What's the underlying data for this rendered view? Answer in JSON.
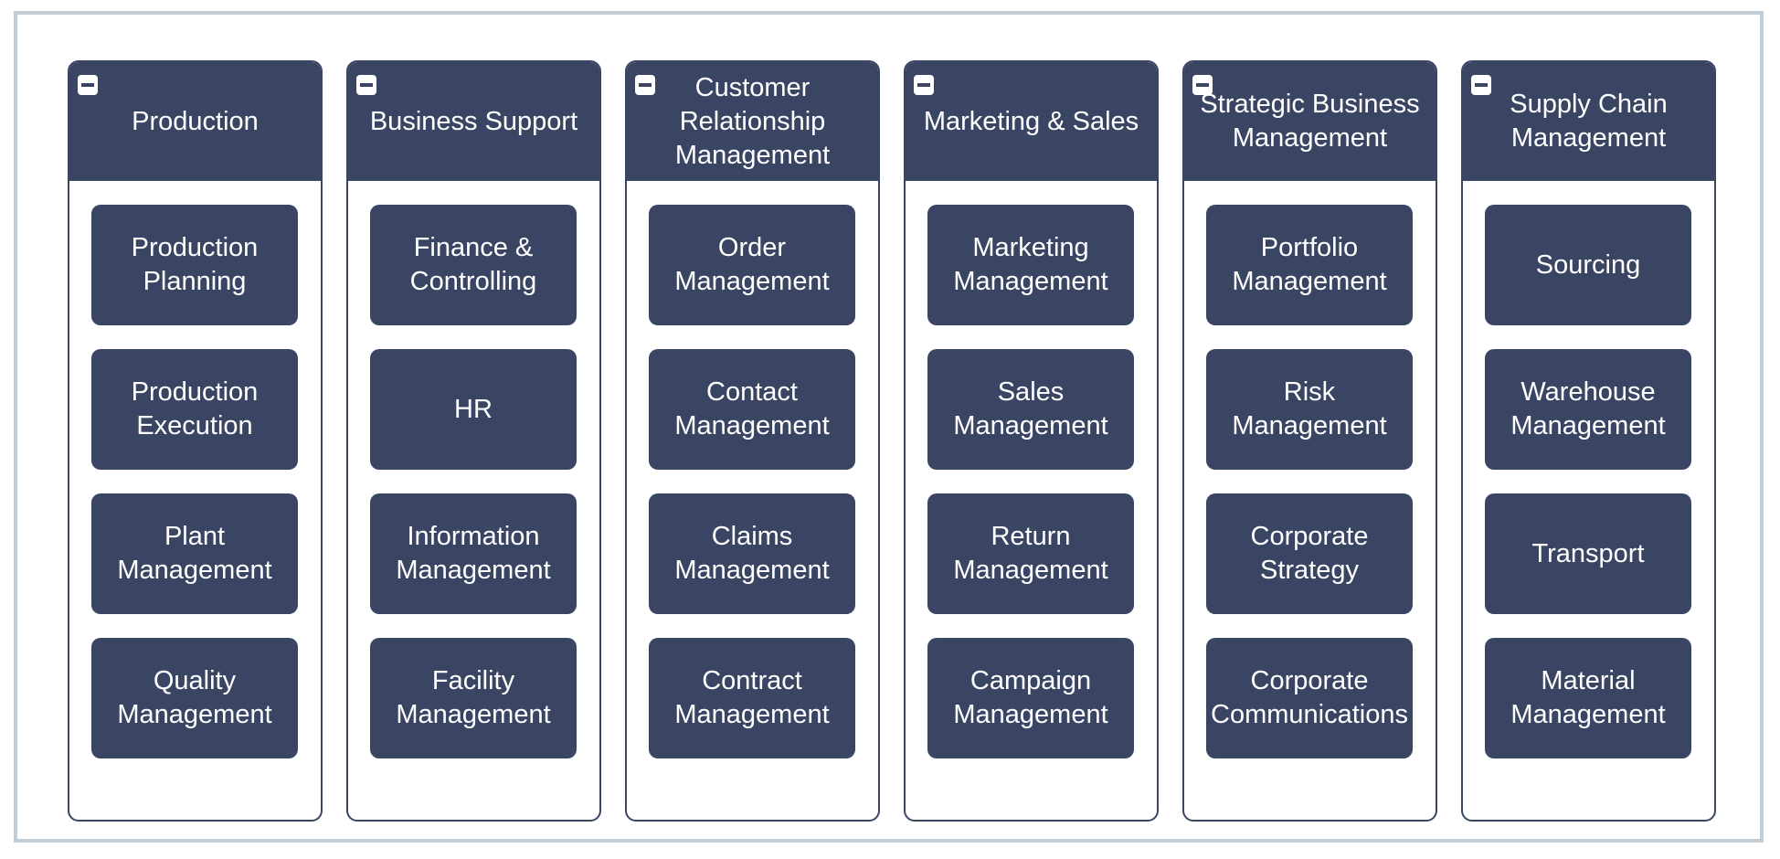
{
  "colors": {
    "frame_border": "#c2ccd5",
    "node_fill": "#3a4564",
    "text": "#ffffff",
    "background": "#ffffff"
  },
  "columns": [
    {
      "title": "Production",
      "collapse_icon": "minus-square-icon",
      "items": [
        "Production\nPlanning",
        "Production\nExecution",
        "Plant\nManagement",
        "Quality\nManagement"
      ]
    },
    {
      "title": "Business Support",
      "collapse_icon": "minus-square-icon",
      "items": [
        "Finance &\nControlling",
        "HR",
        "Information\nManagement",
        "Facility\nManagement"
      ]
    },
    {
      "title": "Customer\nRelationship\nManagement",
      "collapse_icon": "minus-square-icon",
      "items": [
        "Order\nManagement",
        "Contact\nManagement",
        "Claims\nManagement",
        "Contract\nManagement"
      ]
    },
    {
      "title": "Marketing & Sales",
      "collapse_icon": "minus-square-icon",
      "items": [
        "Marketing\nManagement",
        "Sales\nManagement",
        "Return\nManagement",
        "Campaign\nManagement"
      ]
    },
    {
      "title": "Strategic Business\nManagement",
      "collapse_icon": "minus-square-icon",
      "items": [
        "Portfolio\nManagement",
        "Risk\nManagement",
        "Corporate\nStrategy",
        "Corporate\nCommunications"
      ]
    },
    {
      "title": "Supply Chain\nManagement",
      "collapse_icon": "minus-square-icon",
      "items": [
        "Sourcing",
        "Warehouse\nManagement",
        "Transport",
        "Material\nManagement"
      ]
    }
  ]
}
